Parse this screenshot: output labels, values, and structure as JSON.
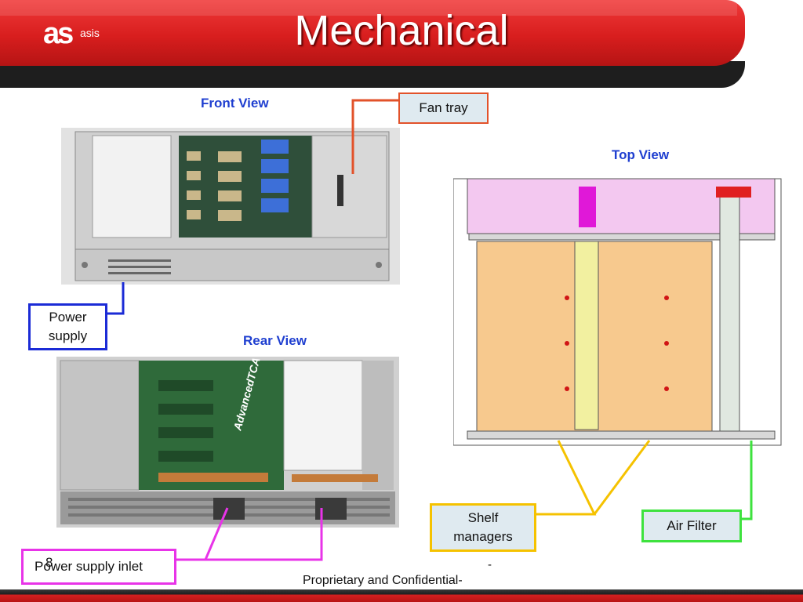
{
  "header": {
    "logo_mark": "as",
    "logo_text": "asis",
    "title": "Mechanical"
  },
  "labels": {
    "front_view": "Front View",
    "top_view": "Top View",
    "rear_view": "Rear View"
  },
  "callouts": {
    "fan_tray": "Fan tray",
    "power_supply_line1": "Power",
    "power_supply_line2": "supply",
    "shelf_managers_line1": "Shelf",
    "shelf_managers_line2": "managers",
    "air_filter": "Air Filter",
    "power_supply_inlet": "Power supply inlet"
  },
  "slide_number": "8",
  "footer": {
    "dash": "-",
    "text": "Proprietary and Confidential-"
  },
  "photo_text": {
    "advanced_tca": "AdvancedTCA"
  },
  "colors": {
    "title_red": "#d81e1e",
    "view_label_blue": "#1f3fd0",
    "fan_tray_line": "#e2522a",
    "power_supply_line": "#1b2bd6",
    "shelf_managers_line": "#f5c200",
    "air_filter_line": "#3ee23e",
    "power_inlet_line": "#e834e8"
  }
}
